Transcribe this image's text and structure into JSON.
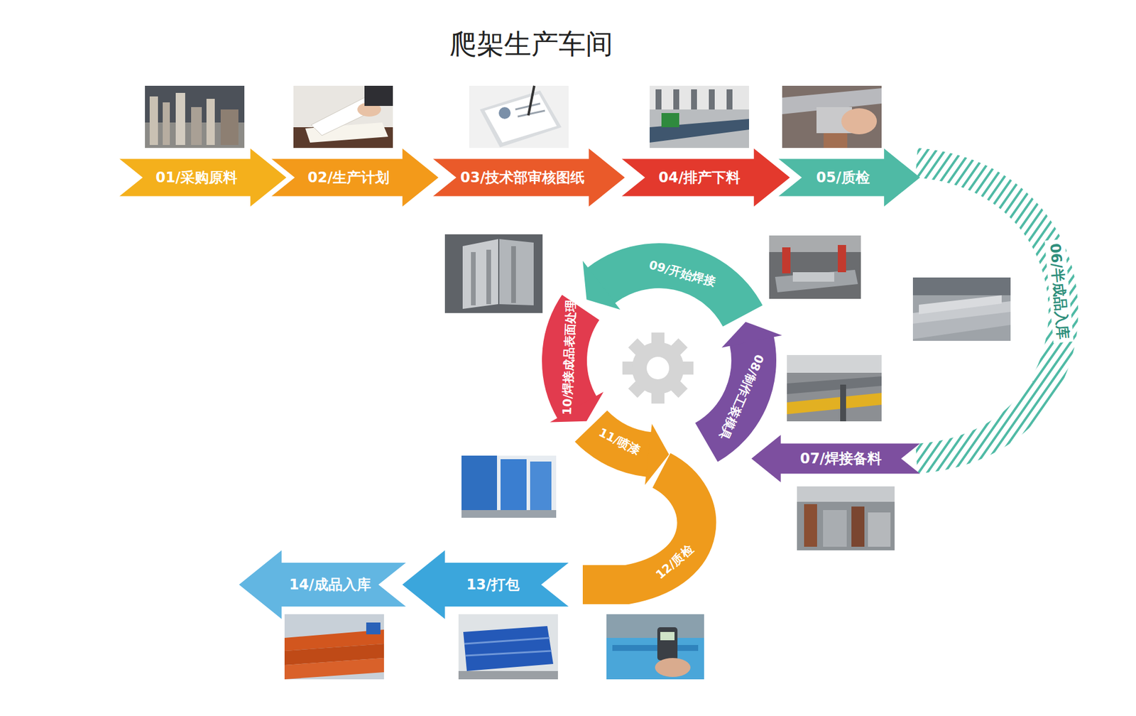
{
  "diagram": {
    "title": "爬架生产车间",
    "nodes": [
      {
        "text": [
          "01/采购原料"
        ]
      },
      {
        "text": [
          "02/生产计划"
        ]
      },
      {
        "text": [
          "03/技术部审核图纸"
        ]
      },
      {
        "text": [
          "04/排产下料"
        ]
      },
      {
        "text": [
          "05/质检"
        ]
      },
      {
        "text": [
          "06/半成品入库"
        ]
      },
      {
        "text": [
          "07/焊接备料"
        ]
      },
      {
        "text": [
          "08/制作工装模具"
        ]
      },
      {
        "text": [
          "09/开始焊接"
        ]
      },
      {
        "text": [
          "10/焊接成品表面处理"
        ]
      },
      {
        "text": [
          "11/喷漆"
        ]
      },
      {
        "text": [
          "12/质检"
        ]
      },
      {
        "text": [
          "13/打包"
        ]
      },
      {
        "text": [
          "14/成品入库"
        ]
      }
    ]
  }
}
